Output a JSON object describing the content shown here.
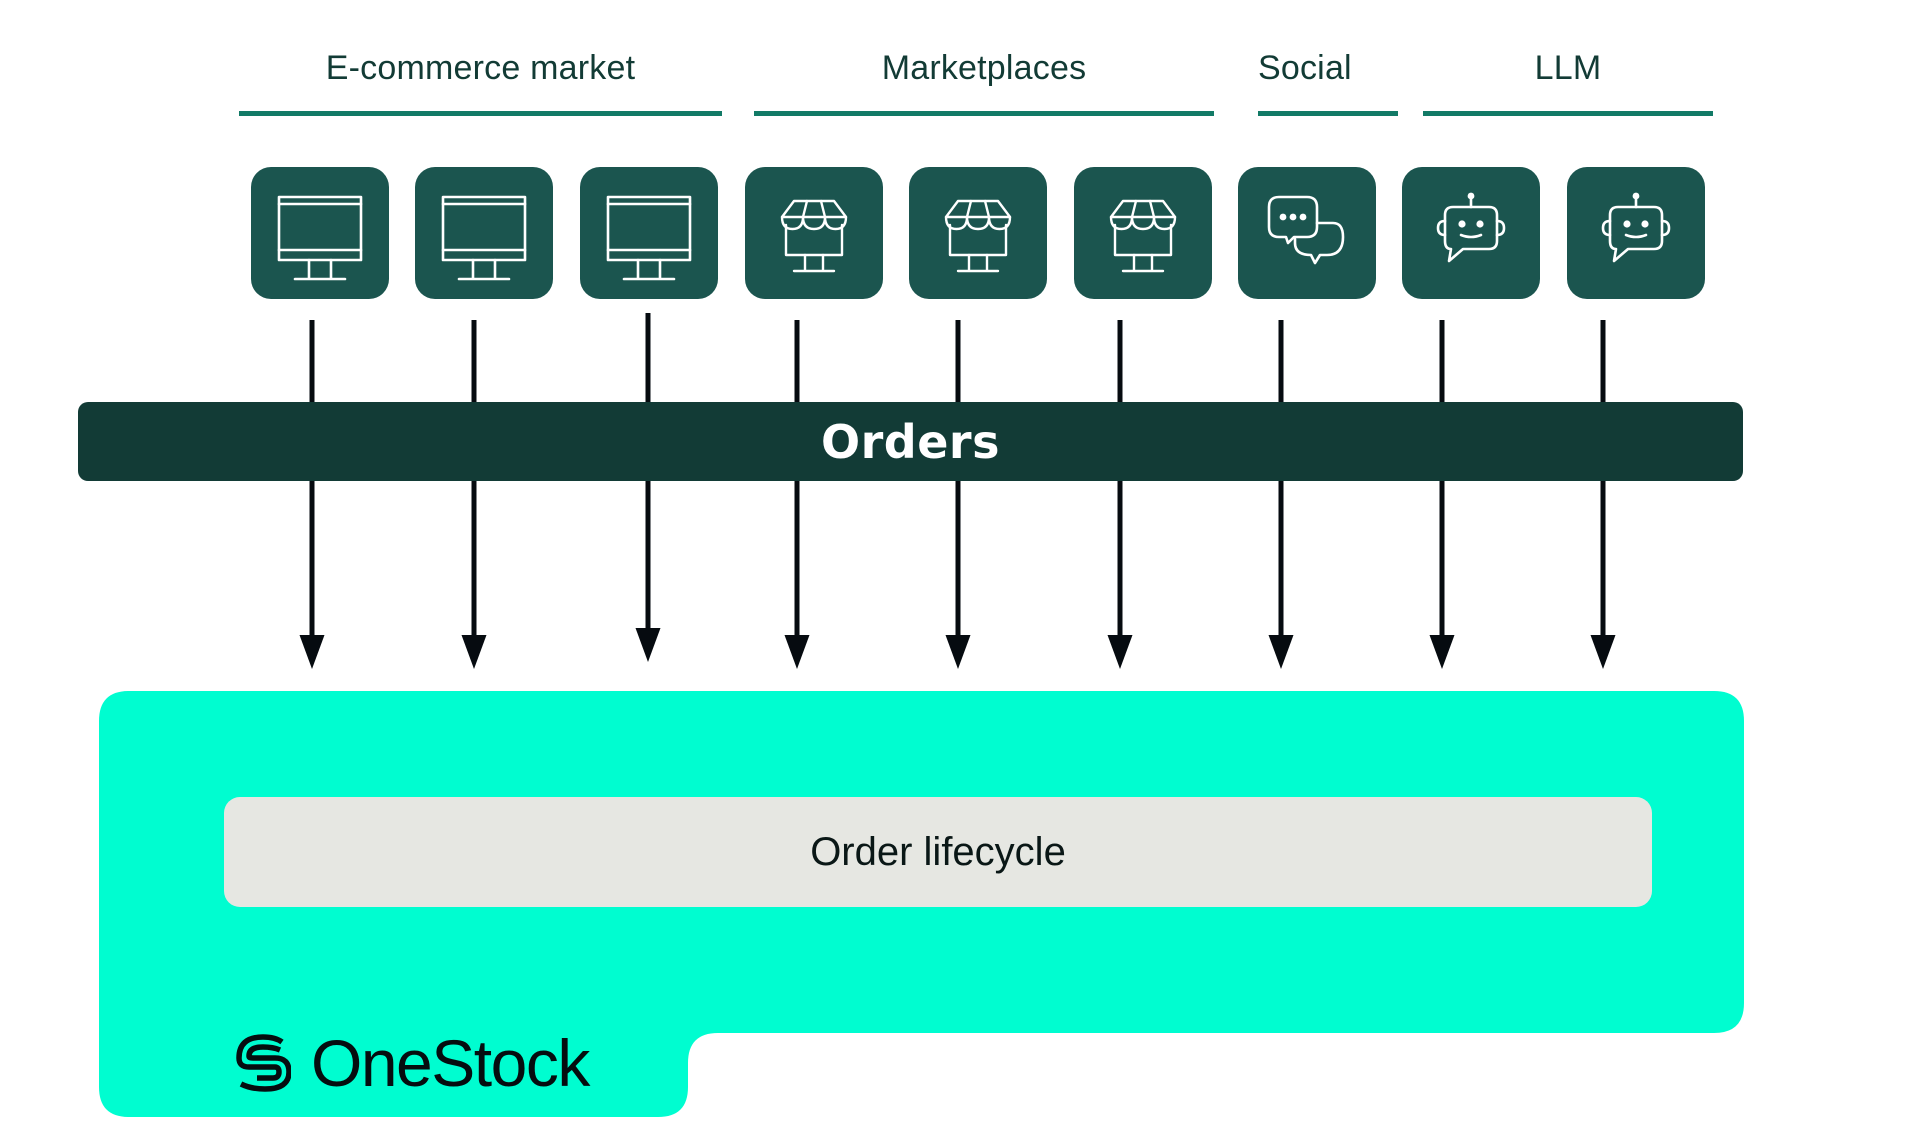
{
  "colors": {
    "label_text": "#123b35",
    "group_line": "#127a66",
    "channel_box": "#1b554f",
    "orders_bar": "#123b36",
    "arrow": "#060b10",
    "platform": "#00fdd0",
    "lifecycle_box": "#e6e7e2"
  },
  "groups": [
    {
      "label": "E-commerce market",
      "channels": 3
    },
    {
      "label": "Marketplaces",
      "channels": 3
    },
    {
      "label": "Social",
      "channels": 1
    },
    {
      "label": "LLM",
      "channels": 2
    }
  ],
  "channels": [
    {
      "group": "E-commerce market",
      "icon": "desktop-monitor-icon"
    },
    {
      "group": "E-commerce market",
      "icon": "desktop-monitor-icon"
    },
    {
      "group": "E-commerce market",
      "icon": "desktop-monitor-icon"
    },
    {
      "group": "Marketplaces",
      "icon": "storefront-icon"
    },
    {
      "group": "Marketplaces",
      "icon": "storefront-icon"
    },
    {
      "group": "Marketplaces",
      "icon": "storefront-icon"
    },
    {
      "group": "Social",
      "icon": "chat-bubbles-icon"
    },
    {
      "group": "LLM",
      "icon": "chatbot-icon"
    },
    {
      "group": "LLM",
      "icon": "chatbot-icon"
    }
  ],
  "orders": {
    "label": "Orders"
  },
  "platform": {
    "lifecycle_label": "Order lifecycle",
    "brand_name": "OneStock"
  }
}
